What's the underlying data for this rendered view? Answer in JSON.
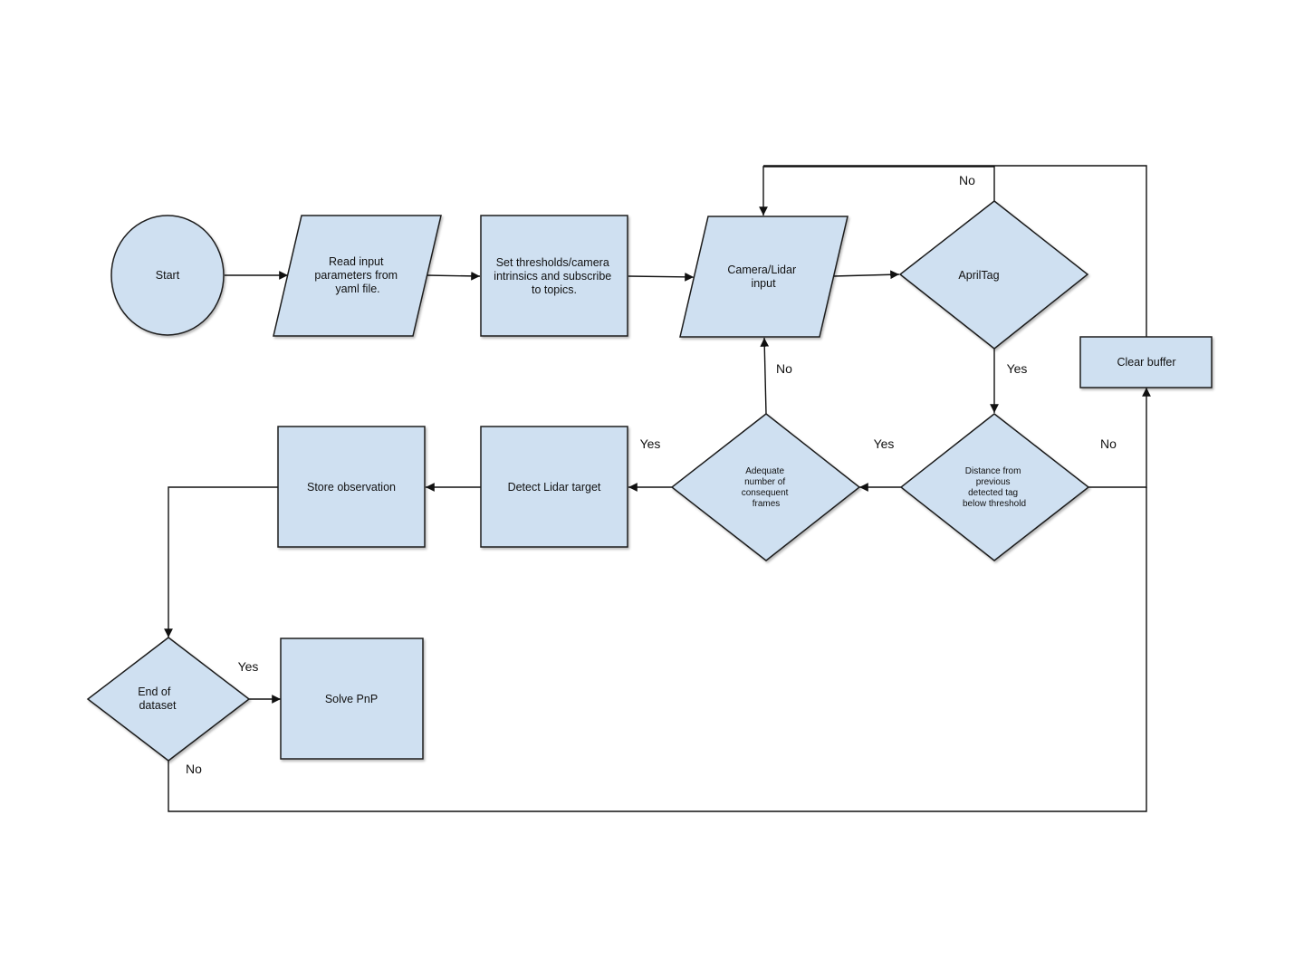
{
  "nodes": {
    "start": "Start",
    "read_input": [
      "Read input",
      "parameters from",
      "yaml file."
    ],
    "set_thresholds": [
      "Set thresholds/camera",
      "intrinsics and subscribe",
      "to topics."
    ],
    "camera_lidar_input": [
      "Camera/Lidar",
      "input"
    ],
    "apriltag": "AprilTag",
    "clear_buffer": "Clear buffer",
    "distance_check": [
      "Distance from",
      "previous",
      "detected tag",
      "below threshold"
    ],
    "adequate_frames": [
      "Adequate",
      "number of",
      "consequent",
      "frames"
    ],
    "detect_lidar_target": "Detect Lidar target",
    "store_observation": "Store observation",
    "end_of_dataset": [
      "End of",
      "dataset"
    ],
    "solve_pnp": "Solve PnP"
  },
  "edge_labels": {
    "apriltag_no": "No",
    "apriltag_yes": "Yes",
    "adequate_no": "No",
    "adequate_yes": "Yes",
    "distance_yes": "Yes",
    "distance_no": "No",
    "end_yes": "Yes",
    "end_no": "No"
  }
}
